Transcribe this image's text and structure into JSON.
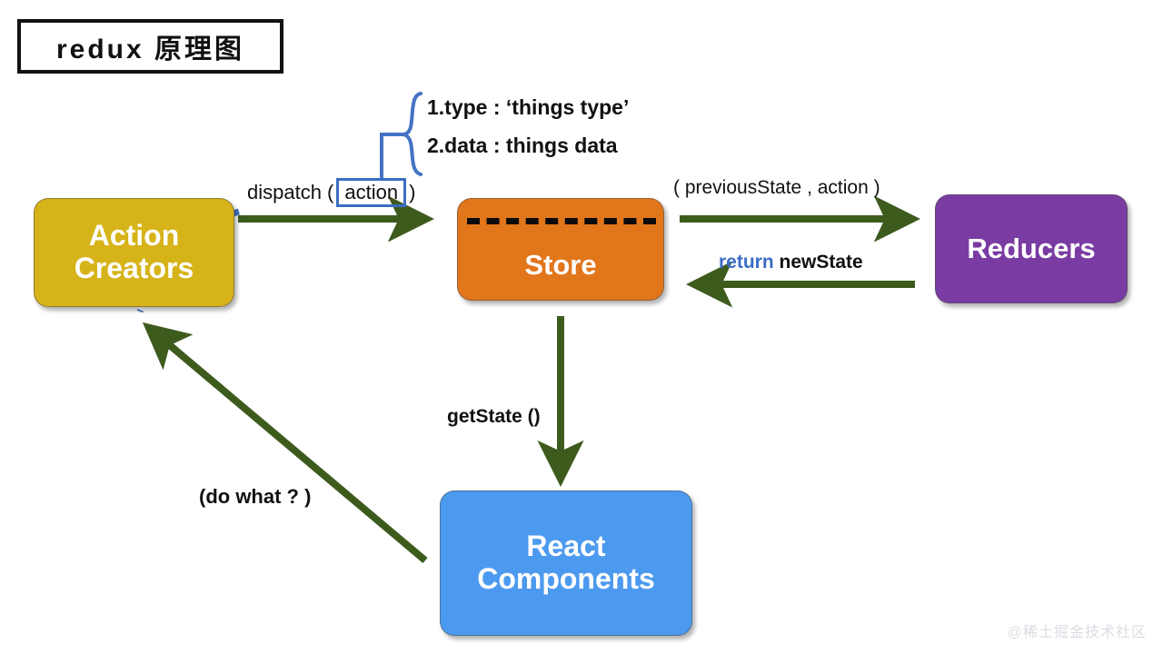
{
  "title": {
    "text": "redux 原理图"
  },
  "nodes": {
    "action_creators": {
      "line1": "Action",
      "line2": "Creators",
      "color": "#D6B319"
    },
    "store": {
      "label": "Store",
      "color": "#E2761B"
    },
    "reducers": {
      "label": "Reducers",
      "color": "#7A3CA3"
    },
    "react_components": {
      "line1": "React",
      "line2": "Components",
      "color": "#4C9AEF"
    }
  },
  "labels": {
    "dispatch_prefix": "dispatch (",
    "dispatch_chip": "action",
    "dispatch_suffix": ")",
    "previous_state": "( previousState , action )",
    "return_keyword": "return",
    "return_value": " newState",
    "get_state": "getState ()",
    "do_what": "(do what ? )"
  },
  "annotations": {
    "line1": "1.type : ‘things type’",
    "line2": "2.data :  things data"
  },
  "watermark": "@稀土掘金技术社区",
  "colors": {
    "arrow_green": "#3E5B1E",
    "accent_blue": "#3B6DC4",
    "dotted_blue": "#4472C4",
    "title_border": "#111111"
  }
}
